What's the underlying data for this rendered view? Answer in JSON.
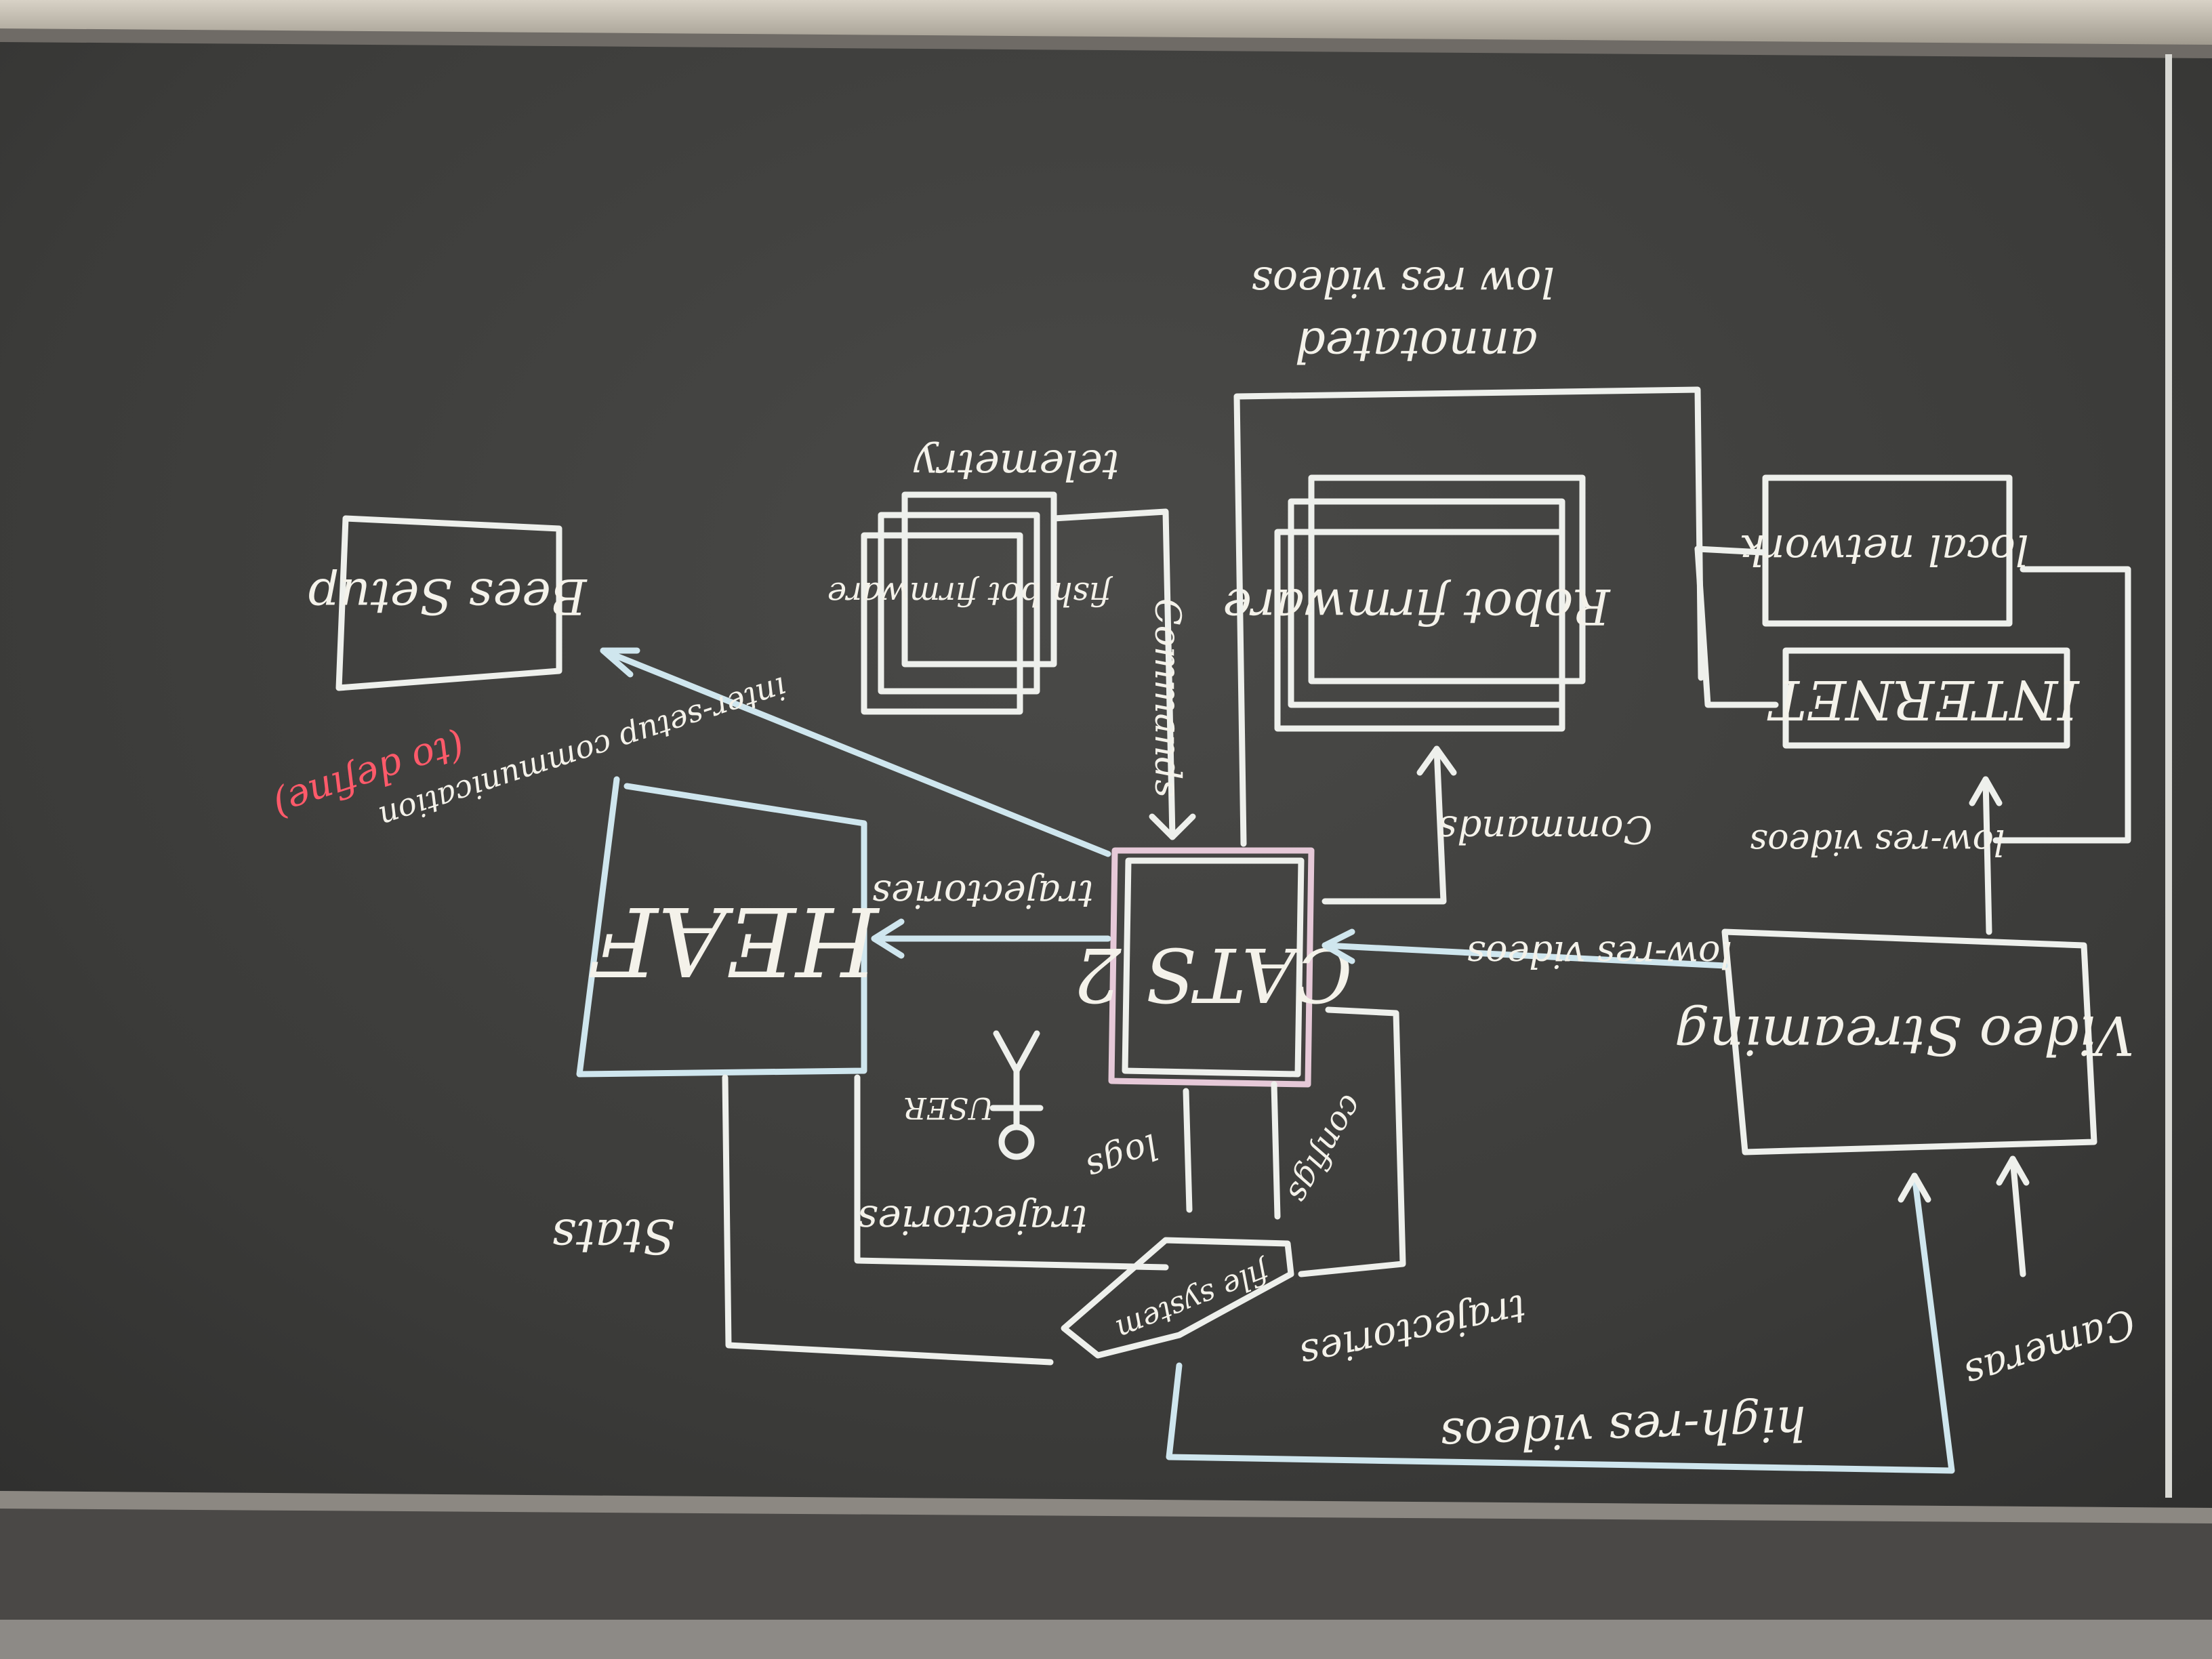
{
  "diagram": {
    "nodes": {
      "cats": "CATS 2",
      "heaf": "HEAF",
      "bees": "Bees Setup",
      "fishbot": "fish bot firmware",
      "robot": "Robot firmware",
      "local": "local network",
      "internet": "INTERNET",
      "video": "Video Streaming",
      "filesystem": "file system",
      "user": "USER"
    },
    "labels": {
      "annotated": "annotated",
      "low_res_videos_top": "low res videos",
      "telemetry": "telemetry",
      "commands_fish": "Commands",
      "commands_robot": "Commands",
      "trajectories_heaf": "trajectories",
      "low_res_videos_side": "low-res videos",
      "low_res_videos_right": "low-res videos",
      "inter_setup": "inter-setup communication",
      "to_define": "(to define)",
      "logs": "logs",
      "configs": "configs",
      "trajectories_bottom": "trajectories",
      "trajectories_fs": "trajectories",
      "stats": "Stats",
      "high_res_videos": "high-res videos",
      "cameras": "Cameras"
    },
    "colors": {
      "board": "#3a3a38",
      "chalk": "#f4f2ea",
      "red_chalk": "#ff5a6a"
    }
  }
}
